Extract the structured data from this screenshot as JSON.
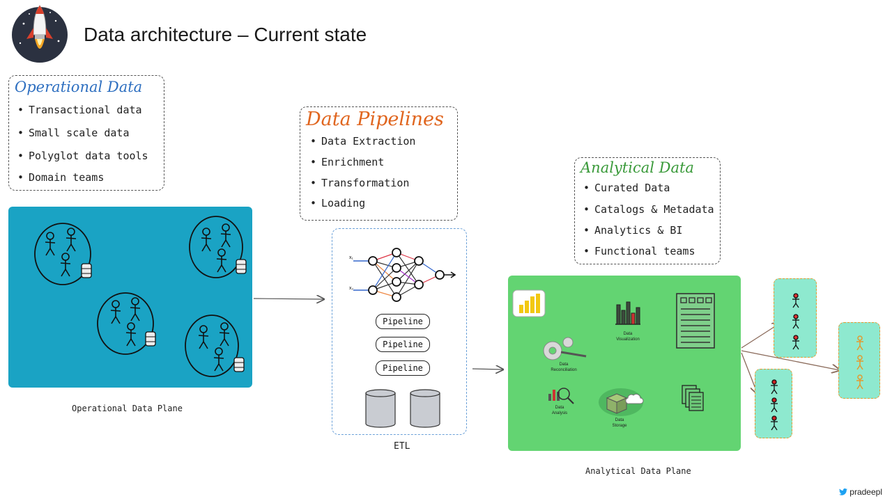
{
  "title": "Data architecture – Current state",
  "operational": {
    "title": "Operational Data",
    "items": [
      "Transactional data",
      "Small scale data",
      "Polyglot data tools",
      "Domain teams"
    ],
    "caption": "Operational Data Plane"
  },
  "pipelines": {
    "title": "Data Pipelines",
    "items": [
      "Data Extraction",
      "Enrichment",
      "Transformation",
      "Loading"
    ],
    "pipe_labels": [
      "Pipeline",
      "Pipeline",
      "Pipeline"
    ],
    "nn_inputs": [
      "x₁",
      "x₂"
    ],
    "caption": "ETL"
  },
  "analytical": {
    "title": "Analytical Data",
    "items": [
      "Curated Data",
      "Catalogs & Metadata",
      "Analytics & BI",
      "Functional teams"
    ],
    "caption": "Analytical Data Plane",
    "tool_labels": {
      "visualization": [
        "Data",
        "Visualization"
      ],
      "reconciliation": [
        "Data",
        "Reconciliation"
      ],
      "analysis": [
        "Data",
        "Analysis"
      ],
      "storage": [
        "Data",
        "Storage"
      ]
    }
  },
  "twitter_handle": "pradeepl",
  "colors": {
    "operational_title": "#2e6fc0",
    "pipelines_title": "#e0651e",
    "analytical_title": "#3a9a3a",
    "operational_plane": "#1aa3c4",
    "analytical_plane": "#63d472",
    "consumer_card": "#8ee9cf",
    "consumer_border": "#e39a2e"
  },
  "icons": [
    "rocket-logo-icon",
    "power-bi-icon",
    "twitter-icon",
    "database-icon",
    "person-icon",
    "gear-icon",
    "magnifier-chart-icon",
    "box-cloud-icon",
    "documents-icon",
    "dashboard-icon",
    "bar-chart-icon"
  ]
}
